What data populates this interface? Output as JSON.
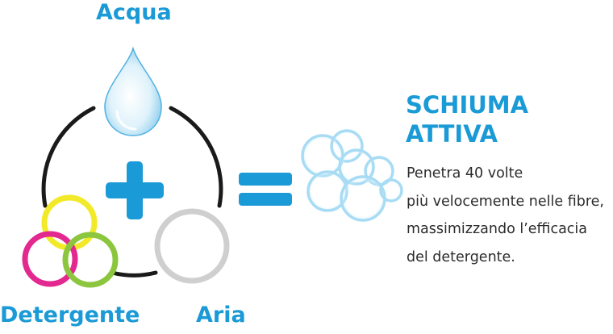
{
  "labels": {
    "water": "Acqua",
    "detergent": "Detergente",
    "air": "Aria"
  },
  "result": {
    "title_line1": "SCHIUMA",
    "title_line2": "ATTIVA",
    "description": [
      "Penetra 40 volte",
      "più velocemente nelle fibre,",
      "massimizzando l’efficacia",
      "del detergente."
    ]
  },
  "colors": {
    "accent": "#1a9ad6",
    "ring": "#1a1a1a",
    "yellow": "#f2ea28",
    "magenta": "#e3288f",
    "green": "#8cc63f",
    "air_ring": "#c9c9c9",
    "bubble": "#a8dcf4"
  },
  "icons": {
    "water": "water-drop-icon",
    "plus": "plus-icon",
    "equals": "equals-icon",
    "foam": "foam-bubbles-icon"
  }
}
